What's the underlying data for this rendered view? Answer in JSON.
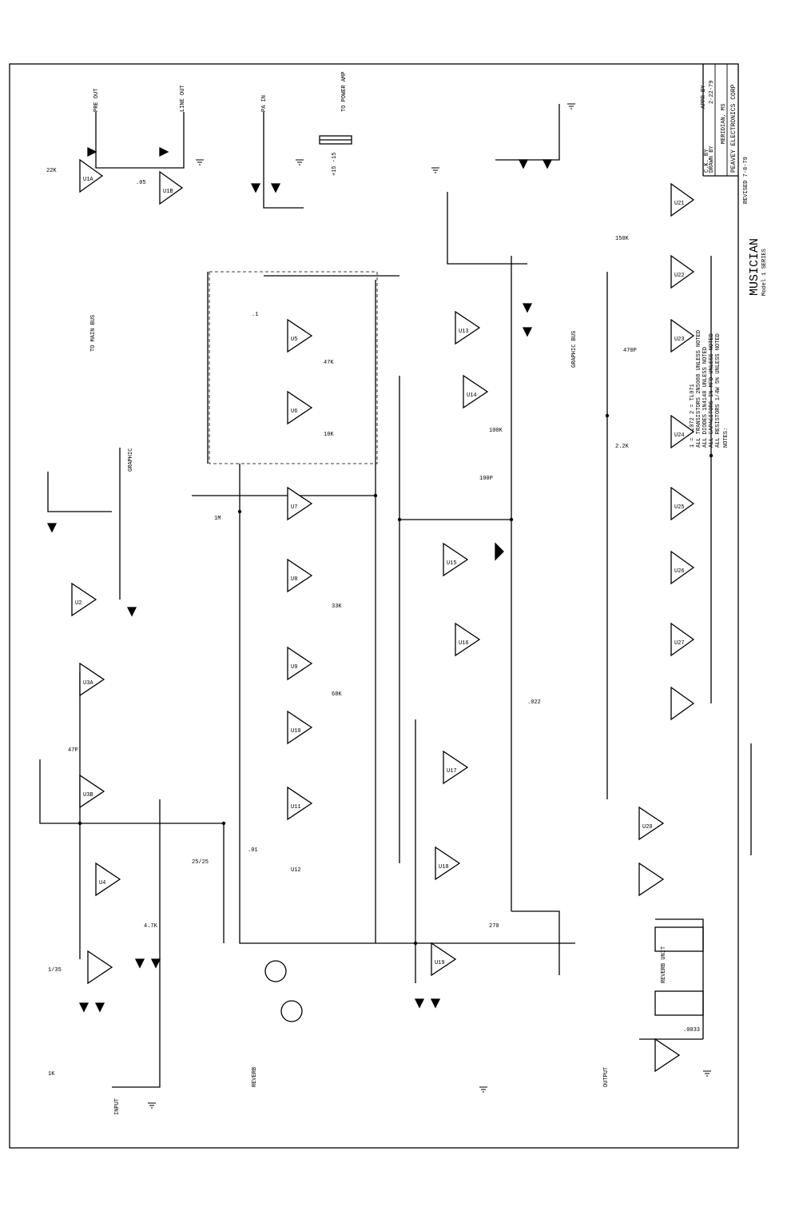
{
  "title_block": {
    "company": "PEAVEY ELECTRONICS CORP",
    "location": "MERIDIAN, MS",
    "drawn_by": "DRAWN BY",
    "checked": "C.K. BY",
    "approved": "APPR BY",
    "date": "2-22-79",
    "revised": "REVISED 7-8-79"
  },
  "series": {
    "name": "MUSICIAN",
    "subtitle": "Model 1 SERIES"
  },
  "notes": {
    "heading": "NOTES:",
    "lines": [
      "ALL RESISTORS 1/4W 5% UNLESS NOTED",
      "ALL CAPACITORS IN MFD UNLESS NOTED",
      "ALL DIODES 1N4148 UNLESS NOTED",
      "ALL TRANSISTORS 2N5088 UNLESS NOTED",
      "1 = TL072  2 = TL071"
    ]
  },
  "jacks": {
    "power_amp": "TO POWER AMP",
    "pre_out": "PRE OUT",
    "line_out": "LINE OUT",
    "pa_in": "PA IN",
    "main_out": "TO MAIN BUS",
    "reverb": "REVERB",
    "graphic": "GRAPHIC",
    "graphic_bus": "GRAPHIC BUS",
    "input": "INPUT",
    "output": "OUTPUT"
  },
  "units": {
    "reverb_unit": "REVERB UNIT",
    "power_supply": "+15  -15"
  },
  "parts": {
    "opamps_left": [
      "U1A",
      "U1B",
      "U2",
      "U3A",
      "U3B",
      "U4"
    ],
    "opamps_center": [
      "U5",
      "U6",
      "U7",
      "U8",
      "U9",
      "U10",
      "U11",
      "U12"
    ],
    "opamps_right": [
      "U13",
      "U14",
      "U15",
      "U16",
      "U17",
      "U18",
      "U19",
      "U20"
    ],
    "opamps_far_right": [
      "U21",
      "U22",
      "U23",
      "U24",
      "U25",
      "U26",
      "U27"
    ],
    "resistor_values": [
      "22K",
      "47K",
      "10K",
      "1M",
      "100K",
      "33K",
      "68K",
      "4.7K",
      "1K",
      "270",
      "2.2K",
      "150K"
    ],
    "capacitor_values": [
      ".05",
      ".1",
      "100P",
      "47P",
      "25/25",
      ".01",
      ".022",
      "1/35",
      "470P",
      ".0033"
    ]
  }
}
